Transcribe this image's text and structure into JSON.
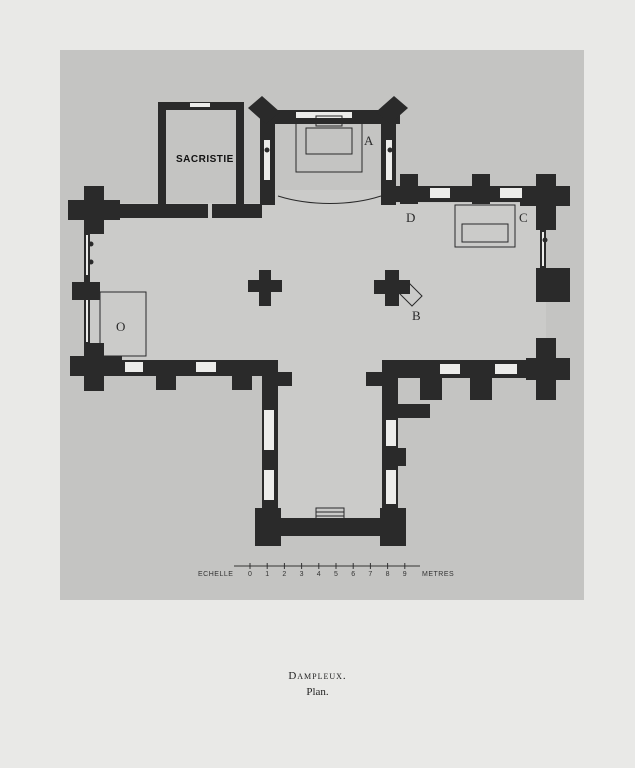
{
  "plan": {
    "room_label": "SACRISTIE",
    "letters": {
      "a": "A",
      "b": "B",
      "c": "C",
      "d": "D",
      "o": "O"
    },
    "scale": {
      "prefix": "ECHELLE",
      "ticks": [
        "0",
        "1",
        "2",
        "3",
        "4",
        "5",
        "6",
        "7",
        "8",
        "9"
      ],
      "unit": "METRES"
    }
  },
  "caption": {
    "title": "Dampleux.",
    "subtitle": "Plan."
  }
}
